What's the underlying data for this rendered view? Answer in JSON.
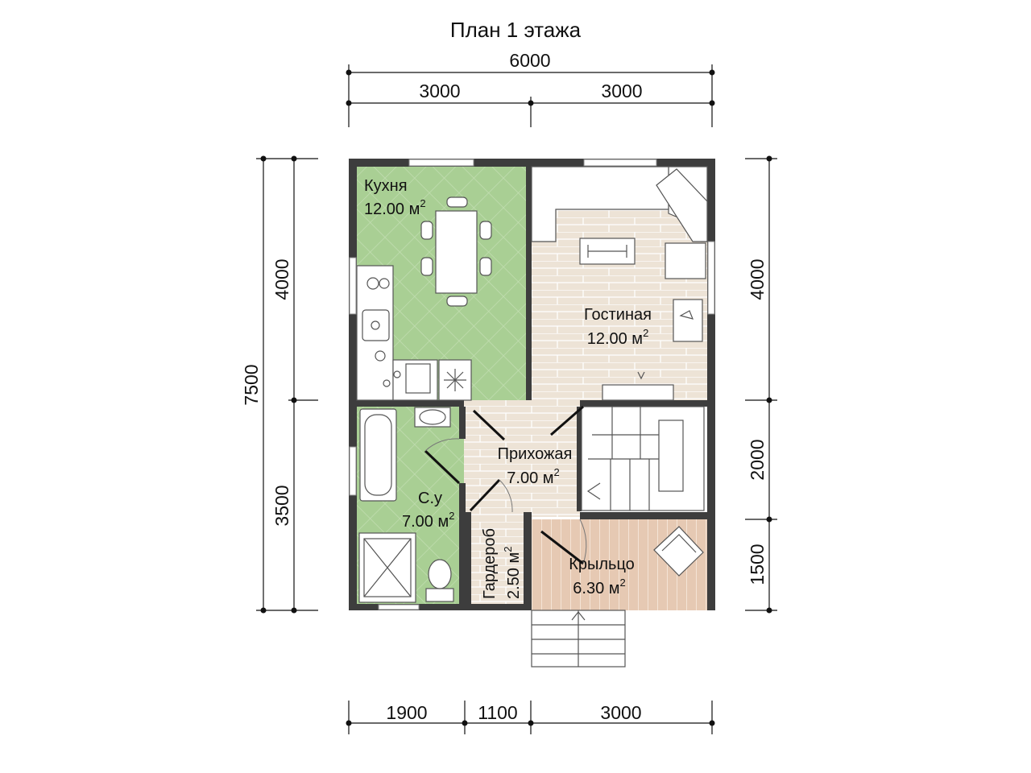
{
  "title": "План 1 этажа",
  "dimensions": {
    "top_total": "6000",
    "top_left": "3000",
    "top_right": "3000",
    "bottom_1": "1900",
    "bottom_2": "1100",
    "bottom_3": "3000",
    "left_total": "7500",
    "left_upper": "4000",
    "left_lower": "3500",
    "right_upper": "4000",
    "right_middle": "2000",
    "right_lower": "1500"
  },
  "rooms": {
    "kitchen": {
      "name": "Кухня",
      "area": "12.00 м",
      "sup": "2"
    },
    "living": {
      "name": "Гостиная",
      "area": "12.00 м",
      "sup": "2"
    },
    "hall": {
      "name": "Прихожая",
      "area": "7.00 м",
      "sup": "2"
    },
    "bath": {
      "name": "С.у",
      "area": "7.00 м",
      "sup": "2"
    },
    "wardrobe": {
      "name": "Гардероб",
      "area": "2.50 м",
      "sup": "2"
    },
    "porch": {
      "name": "Крыльцо",
      "area": "6.30 м",
      "sup": "2"
    }
  },
  "colors": {
    "wall": "#3d3d3d",
    "wet_floor": "#a9cf94",
    "wood_floor": "#ede3d6",
    "porch_floor": "#e6c9b3"
  }
}
